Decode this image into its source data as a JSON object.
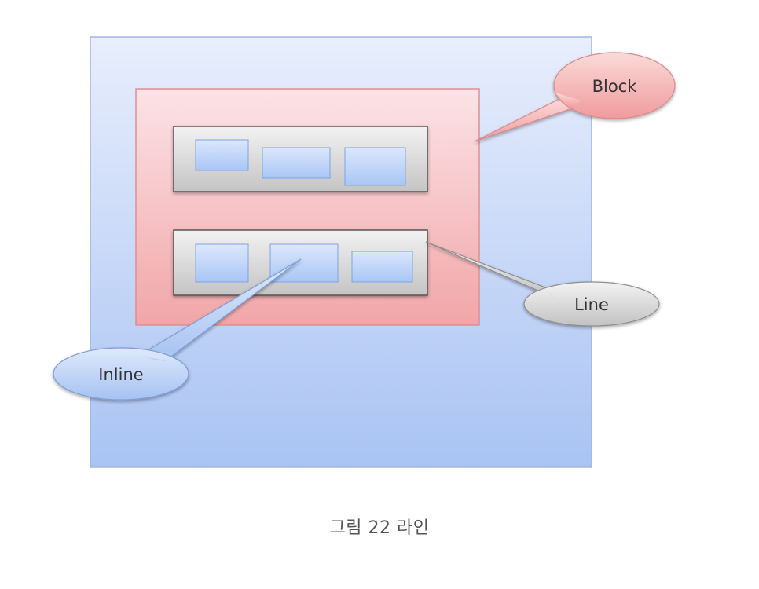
{
  "diagram": {
    "callouts": {
      "block": "Block",
      "line": "Line",
      "inline": "Inline"
    },
    "colors": {
      "outer_fill_top": "#e6ecfb",
      "outer_fill_bottom": "#aec7f4",
      "block_fill_top": "#fbe2e6",
      "block_fill_bottom": "#f2a9ab",
      "line_fill": "#cfcfcf",
      "inline_fill": "#bcd3f8",
      "block_callout": "#f4b2b2",
      "line_callout": "#d8d8d8",
      "inline_callout": "#b9cff5"
    }
  },
  "caption": "그림 22 라인"
}
